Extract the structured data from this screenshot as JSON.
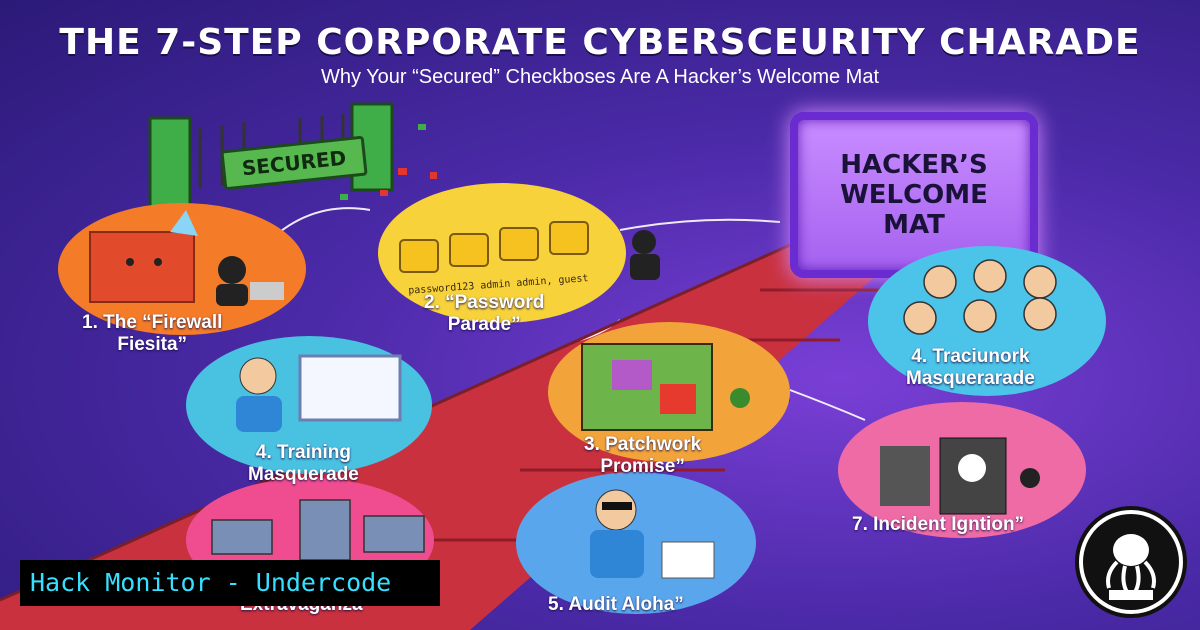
{
  "header": {
    "title": "THE 7-STEP CORPORATE CYBERSCEURITY CHARADE",
    "subtitle": "Why Your “Secured” Checkboses Are A Hacker’s Welcome Mat"
  },
  "gate": {
    "sign_text": "SECURED"
  },
  "destination": {
    "text": "HACKER’S\nWELCOME\nMAT"
  },
  "steps": [
    {
      "label": "1. The “Firewall\nFiesita”",
      "color": "#f47b27"
    },
    {
      "label": "2. “Password\nParade”",
      "color": "#f7d23a",
      "scribble": "password123 admin admin, guest"
    },
    {
      "label": "3. Patchwork\nPromise”",
      "color": "#f2a43a"
    },
    {
      "label": "4. Training\nMasquerade",
      "color": "#49c1e0"
    },
    {
      "label": "4. Traciunork\nMasquerarade",
      "color": "#4cc3e8"
    },
    {
      "label": "Extravaganza",
      "color": "#ef4d8f"
    },
    {
      "label": "5. Audit Aloha”",
      "color": "#5aa6ec"
    },
    {
      "label": "7. Incident Igntion”",
      "color": "#ef6ba6"
    }
  ],
  "watermark": {
    "text": "Hack Monitor - Undercode"
  },
  "colors": {
    "background": "#3a2294",
    "path": "#c9313e",
    "mat_glow": "#d58bff",
    "watermark_text": "#36e0ff"
  }
}
